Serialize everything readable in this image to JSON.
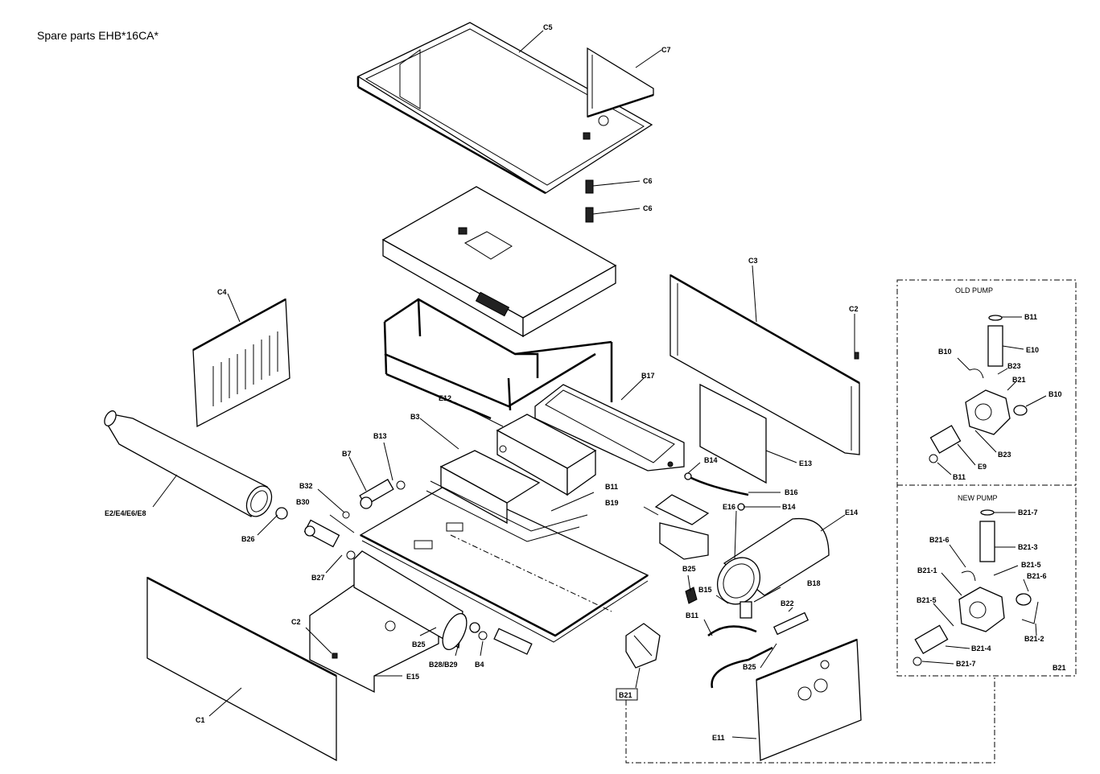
{
  "title": "Spare parts EHB*16CA*",
  "inset": {
    "old_pump_title": "OLD PUMP",
    "new_pump_title": "NEW PUMP",
    "ref": "B21"
  },
  "labels": {
    "C5": "C5",
    "C7": "C7",
    "C6a": "C6",
    "C6b": "C6",
    "C3": "C3",
    "C2a": "C2",
    "C4": "C4",
    "B17": "B17",
    "E12": "E12",
    "B3": "B3",
    "B13": "B13",
    "B7": "B7",
    "B32": "B32",
    "B30": "B30",
    "E2": "E2/E4/E6/E8",
    "B26": "B26",
    "B27": "B27",
    "B11": "B11",
    "B19": "B19",
    "B14a": "B14",
    "B16": "B16",
    "E16": "E16",
    "B14b": "B14",
    "E13": "E13",
    "E14": "E14",
    "B25a": "B25",
    "B15": "B15",
    "B18": "B18",
    "B11b": "B11",
    "B22": "B22",
    "B25b": "B25",
    "C2b": "C2",
    "B25c": "B25",
    "B28": "B28/B29",
    "B4": "B4",
    "E15": "E15",
    "C1": "C1",
    "B21box": "B21",
    "E11": "E11",
    "o_B11a": "B11",
    "o_B10a": "B10",
    "o_E10": "E10",
    "o_B23a": "B23",
    "o_B21": "B21",
    "o_B10b": "B10",
    "o_B23b": "B23",
    "o_E9": "E9",
    "o_B11b": "B11",
    "n_B217a": "B21-7",
    "n_B216a": "B21-6",
    "n_B213": "B21-3",
    "n_B211": "B21-1",
    "n_B215a": "B21-5",
    "n_B216b": "B21-6",
    "n_B215b": "B21-5",
    "n_B212": "B21-2",
    "n_B214": "B21-4",
    "n_B217b": "B21-7"
  }
}
